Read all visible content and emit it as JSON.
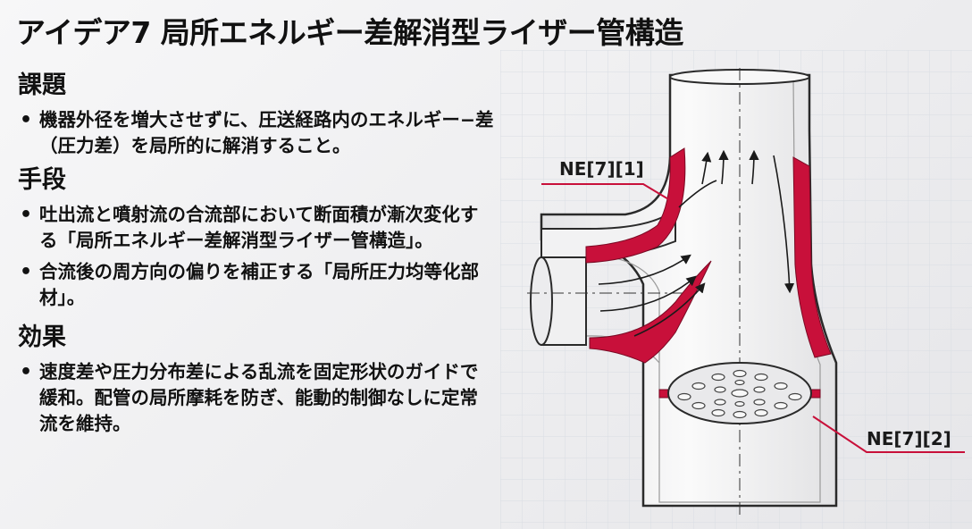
{
  "title": "アイデア7 局所エネルギー差解消型ライザー管構造",
  "sections": [
    {
      "heading": "課題",
      "bullets": [
        "機器外径を増大させずに、圧送経路内のエネルギー−差（圧力差）を局所的に解消すること。"
      ]
    },
    {
      "heading": "手段",
      "bullets": [
        "吐出流と噴射流の合流部において断面積が漸次変化する「局所エネルギー差解消型ライザー管構造」。",
        "合流後の周方向の偏りを補正する「局所圧力均等化部材」。"
      ]
    },
    {
      "heading": "効果",
      "bullets": [
        "速度差や圧力分布差による乱流を固定形状のガイドで緩和。配管の局所摩耗を防ぎ、能動的制御なしに定常流を維持。"
      ]
    }
  ],
  "diagram": {
    "labels": {
      "ne1": "NE[7][1]",
      "ne2": "NE[7][2]"
    },
    "colors": {
      "accent": "#c8103a",
      "pipe": "#f4f4f4",
      "outline": "#2a2a2a"
    }
  }
}
